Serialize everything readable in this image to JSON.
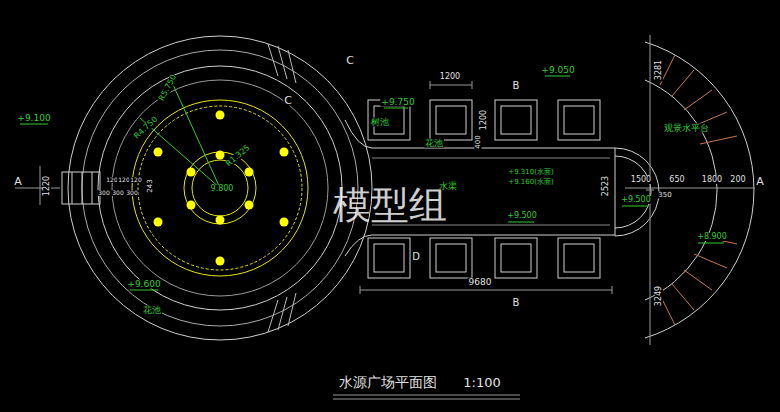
{
  "diagram": {
    "title": "水源广场平面图",
    "labels": [
      "C",
      "C",
      "+9.100",
      "R5.750",
      "R4.750",
      "R1.325",
      "9.800",
      "1220",
      "A",
      "120",
      "120",
      "120",
      "300",
      "300",
      "300",
      "243",
      "+9.600",
      "花池",
      "1200",
      "B",
      "+9.050",
      "+9.750",
      "树池",
      "1200",
      "400",
      "花池",
      "+9.310(水面)",
      "+9.160(水面)",
      "水渠",
      "2523",
      "+9.500",
      "+9.500",
      "D",
      "9680",
      "B",
      "3281",
      "观景水平台",
      "1500",
      "650",
      "1800",
      "200",
      "350",
      "+8.900",
      "3249",
      "A",
      "模型组",
      "1:100"
    ]
  }
}
